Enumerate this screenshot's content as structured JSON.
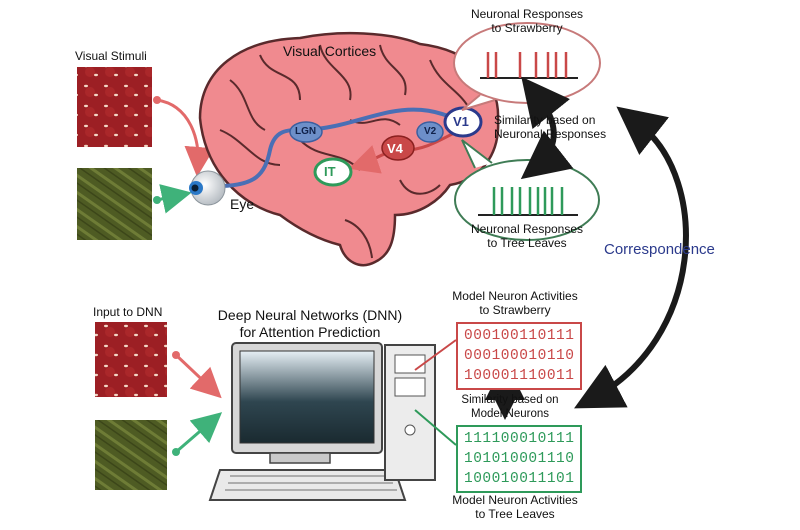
{
  "diagram": {
    "visual_stimuli_label": "Visual Stimuli",
    "eye_label": "Eye",
    "visual_cortices_label": "Visual Cortices",
    "regions": {
      "lgn": "LGN",
      "v1": "V1",
      "v2": "V2",
      "v4": "V4",
      "it": "IT"
    },
    "neuronal_responses_strawberry": [
      "Neuronal Responses",
      "to Strawberry"
    ],
    "neuronal_responses_leaves": [
      "Neuronal Responses",
      "to Tree Leaves"
    ],
    "similarity_neuronal": [
      "Similarity based on",
      "Neuronal Responses"
    ],
    "correspondence_label": "Correspondence",
    "input_dnn_label": "Input to DNN",
    "dnn_title": [
      "Deep Neural Networks (DNN)",
      "for Attention Prediction"
    ],
    "model_activities_strawberry": [
      "Model Neuron Activities",
      "to Strawberry"
    ],
    "model_activities_leaves": [
      "Model Neuron Activities",
      "to Tree Leaves"
    ],
    "similarity_model": [
      "Similarity based on",
      "Model Neurons"
    ],
    "strawberry_codes": [
      "000100110111",
      "000100010110",
      "100001110011"
    ],
    "leaves_codes": [
      "111100010111",
      "101010001110",
      "100010011101"
    ],
    "colors": {
      "red": "#c94848",
      "green": "#2e9a5a",
      "blue": "#4a6fb5",
      "brain": "#f08a8f"
    }
  }
}
